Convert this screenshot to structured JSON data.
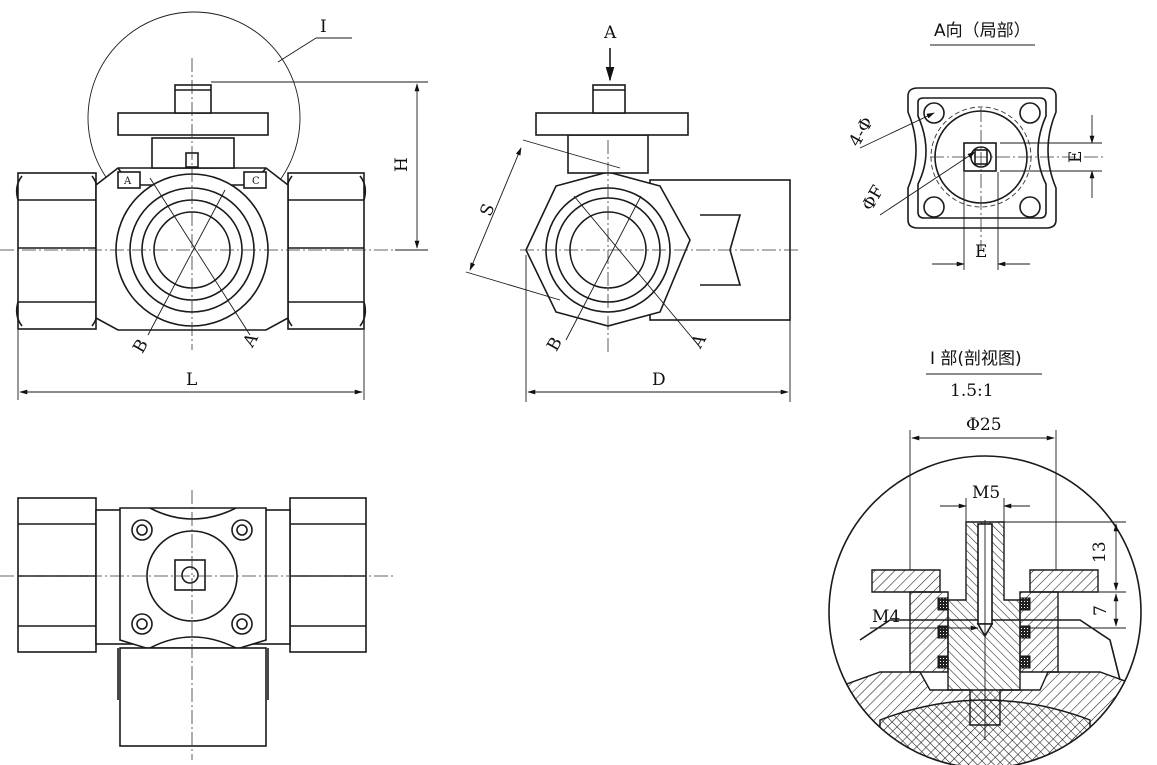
{
  "labels": {
    "detail_I": "I",
    "dim_H": "H",
    "dim_L": "L",
    "dim_S": "S",
    "dim_D": "D",
    "dim_E_v": "E",
    "dim_E_h": "E",
    "view_arrow_A": "A",
    "port_A": "A",
    "port_C": "C",
    "section_A": "A",
    "section_B": "B",
    "section2_A": "A",
    "section2_B": "B",
    "bolt_holes": "4-Φ",
    "bore_F": "ΦF",
    "diam_25": "Φ25",
    "thread_M5": "M5",
    "thread_M4": "M4",
    "dim_13": "13",
    "dim_7": "7"
  },
  "titles": {
    "view_A": "A向（局部）",
    "detail_title": "I 部(剖视图)",
    "detail_scale": "1.5:1"
  },
  "colors": {
    "line": "#1a1a1a",
    "background": "#ffffff"
  }
}
